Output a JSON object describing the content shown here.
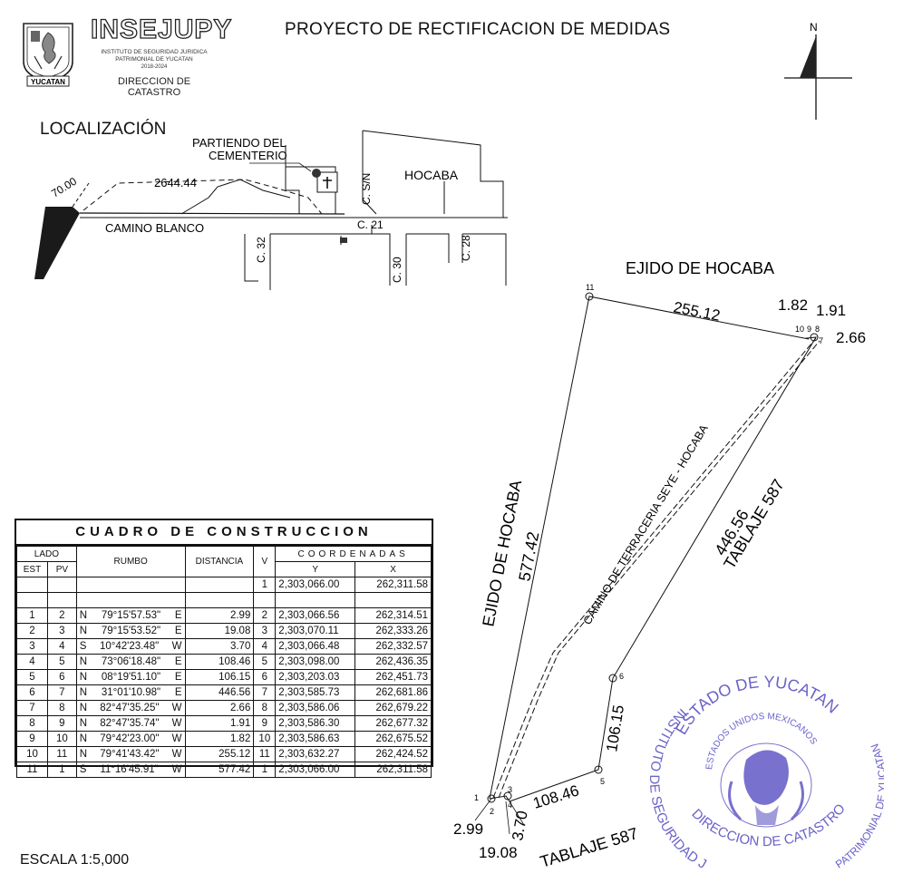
{
  "header": {
    "brand": "INSEJUPY",
    "brand_sub_1": "INSTITUTO DE SEGURIDAD JURIDICA",
    "brand_sub_2": "PATRIMONIAL DE YUCATAN",
    "brand_years": "2018-2024",
    "department_1": "DIRECCION DE",
    "department_2": "CATASTRO",
    "logo_banner": "YUCATAN",
    "title": "PROYECTO DE RECTIFICACION DE MEDIDAS",
    "north_label": "N"
  },
  "location_map": {
    "title": "LOCALIZACIÓN",
    "start_label_1": "PARTIENDO DEL",
    "start_label_2": "CEMENTERIO",
    "town": "HOCABA",
    "road_main": "CAMINO BLANCO",
    "dist_long": "2644.44",
    "dist_short": "70.00",
    "streets": [
      "C. S/N",
      "C. 21",
      "C. 32",
      "C. 30",
      "C. 28"
    ]
  },
  "survey_plan": {
    "neighbors": {
      "north": "EJIDO DE HOCABA",
      "west": "EJIDO DE HOCABA",
      "east": "TABLAJE 587",
      "south": "TABLAJE 587"
    },
    "road_label": "CAMINO DE TERRACERIA SEYE - HOCABA",
    "distances": [
      "255.12",
      "1.82",
      "1.91",
      "2.66",
      "577.42",
      "446.56",
      "106.15",
      "108.46",
      "2.99",
      "19.08",
      "3.70"
    ],
    "vertices": [
      "1",
      "2",
      "3",
      "4",
      "5",
      "6",
      "7",
      "8",
      "9",
      "10",
      "11"
    ]
  },
  "construction_table": {
    "title": "CUADRO DE CONSTRUCCION",
    "headers": {
      "lado": "LADO",
      "est": "EST",
      "pv": "PV",
      "rumbo": "RUMBO",
      "distancia": "DISTANCIA",
      "v": "V",
      "coordenadas": "COORDENADAS",
      "y": "Y",
      "x": "X"
    },
    "first_vertex": {
      "v": "1",
      "y": "2,303,066.00",
      "x": "262,311.58"
    },
    "rows": [
      {
        "est": "1",
        "pv": "2",
        "dir1": "N",
        "ang": "79°15'57.53\"",
        "dir2": "E",
        "dist": "2.99",
        "v": "2",
        "y": "2,303,066.56",
        "x": "262,314.51"
      },
      {
        "est": "2",
        "pv": "3",
        "dir1": "N",
        "ang": "79°15'53.52\"",
        "dir2": "E",
        "dist": "19.08",
        "v": "3",
        "y": "2,303,070.11",
        "x": "262,333.26"
      },
      {
        "est": "3",
        "pv": "4",
        "dir1": "S",
        "ang": "10°42'23.48\"",
        "dir2": "W",
        "dist": "3.70",
        "v": "4",
        "y": "2,303,066.48",
        "x": "262,332.57"
      },
      {
        "est": "4",
        "pv": "5",
        "dir1": "N",
        "ang": "73°06'18.48\"",
        "dir2": "E",
        "dist": "108.46",
        "v": "5",
        "y": "2,303,098.00",
        "x": "262,436.35"
      },
      {
        "est": "5",
        "pv": "6",
        "dir1": "N",
        "ang": "08°19'51.10\"",
        "dir2": "E",
        "dist": "106.15",
        "v": "6",
        "y": "2,303,203.03",
        "x": "262,451.73"
      },
      {
        "est": "6",
        "pv": "7",
        "dir1": "N",
        "ang": "31°01'10.98\"",
        "dir2": "E",
        "dist": "446.56",
        "v": "7",
        "y": "2,303,585.73",
        "x": "262,681.86"
      },
      {
        "est": "7",
        "pv": "8",
        "dir1": "N",
        "ang": "82°47'35.25\"",
        "dir2": "W",
        "dist": "2.66",
        "v": "8",
        "y": "2,303,586.06",
        "x": "262,679.22"
      },
      {
        "est": "8",
        "pv": "9",
        "dir1": "N",
        "ang": "82°47'35.74\"",
        "dir2": "W",
        "dist": "1.91",
        "v": "9",
        "y": "2,303,586.30",
        "x": "262,677.32"
      },
      {
        "est": "9",
        "pv": "10",
        "dir1": "N",
        "ang": "79°42'23.00\"",
        "dir2": "W",
        "dist": "1.82",
        "v": "10",
        "y": "2,303,586.63",
        "x": "262,675.52"
      },
      {
        "est": "10",
        "pv": "11",
        "dir1": "N",
        "ang": "79°41'43.42\"",
        "dir2": "W",
        "dist": "255.12",
        "v": "11",
        "y": "2,303,632.27",
        "x": "262,424.52"
      },
      {
        "est": "11",
        "pv": "1",
        "dir1": "S",
        "ang": "11°16'45.91\"",
        "dir2": "W",
        "dist": "577.42",
        "v": "1",
        "y": "2,303,066.00",
        "x": "262,311.58"
      }
    ]
  },
  "scale": "ESCALA 1:5,000",
  "stamp": {
    "top": "ESTADO DE YUCATAN",
    "left": "INSTITUTO DE SEGURIDAD JURIDICA",
    "bottom": "DIRECCION DE CATASTRO",
    "right": "PATRIMONIAL DE YUCATAN",
    "center": "ESTADOS UNIDOS MEXICANOS",
    "color": "#6a62c8"
  }
}
